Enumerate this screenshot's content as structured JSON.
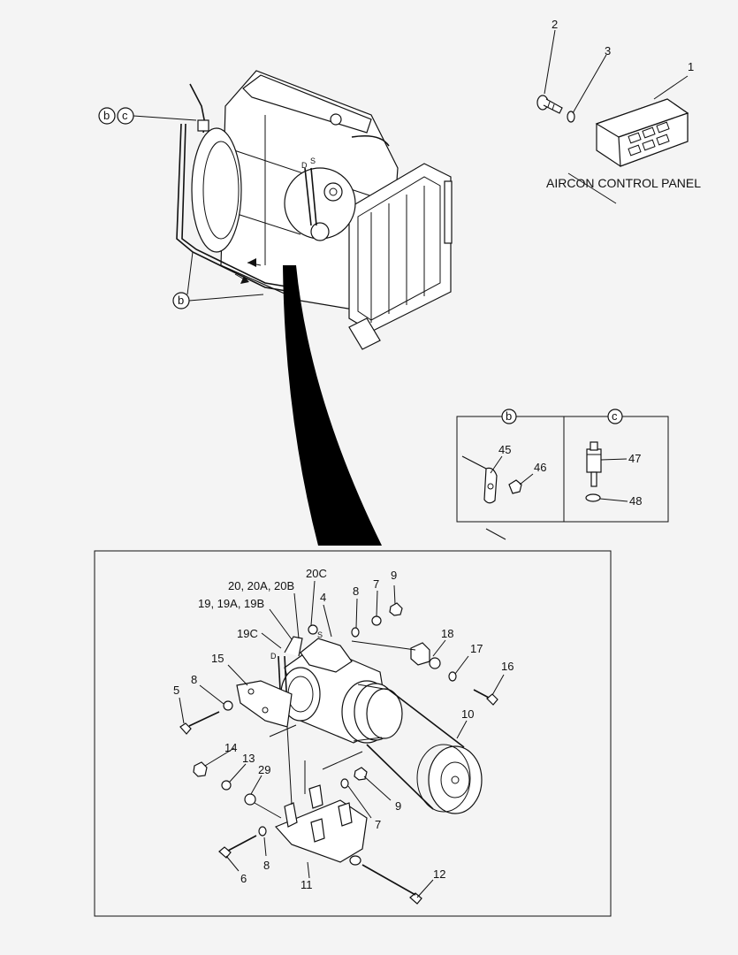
{
  "panel_title": "AIRCON CONTROL PANEL",
  "callout_b": "b",
  "callout_c": "c",
  "callout_d": "D",
  "callout_s": "S",
  "callouts": {
    "p1": "1",
    "p2": "2",
    "p3": "3",
    "p4": "4",
    "p5": "5",
    "p6": "6",
    "p7a": "7",
    "p7b": "7",
    "p8a": "8",
    "p8b": "8",
    "p8c": "8",
    "p9a": "9",
    "p9b": "9",
    "p10": "10",
    "p11": "11",
    "p12": "12",
    "p13": "13",
    "p14": "14",
    "p15": "15",
    "p16": "16",
    "p17": "17",
    "p18": "18",
    "p19": "19, 19A, 19B",
    "p19c": "19C",
    "p20": "20, 20A, 20B",
    "p20c": "20C",
    "p29": "29",
    "p45": "45",
    "p46": "46",
    "p47": "47",
    "p48": "48"
  }
}
